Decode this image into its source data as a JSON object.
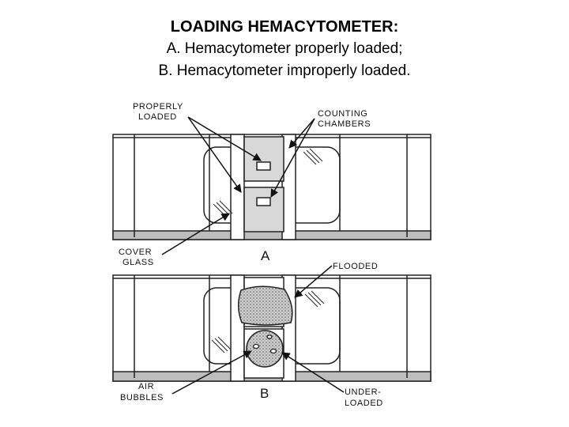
{
  "title": "LOADING HEMACYTOMETER:",
  "subtitle_a": "A. Hemacytometer properly loaded;",
  "subtitle_b": "B. Hemacytometer improperly loaded.",
  "labels": {
    "properly_loaded": [
      "PROPERLY",
      "LOADED"
    ],
    "counting_chambers": [
      "COUNTING",
      "CHAMBERS"
    ],
    "cover_glass": [
      "COVER",
      "GLASS"
    ],
    "flooded": "FLOODED",
    "air_bubbles": [
      "AIR",
      "BUBBLES"
    ],
    "under_loaded": [
      "UNDER-",
      "LOADED"
    ],
    "panel_a": "A",
    "panel_b": "B"
  }
}
